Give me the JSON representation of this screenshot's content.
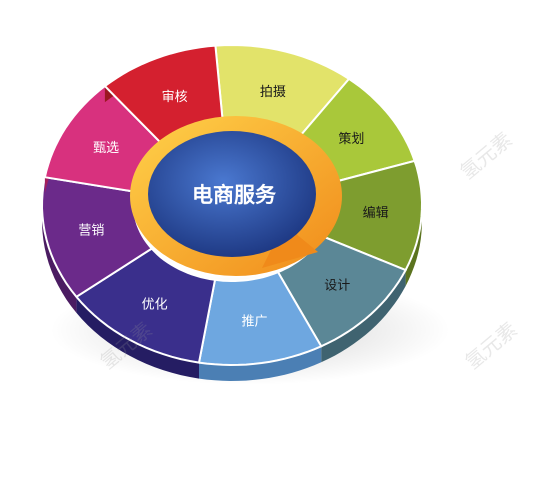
{
  "diagram": {
    "center_title": "电商服务",
    "segments": [
      {
        "label": "拍摄",
        "color": "#e2e36a",
        "shade": "#b8b944"
      },
      {
        "label": "策划",
        "color": "#a9c83a",
        "shade": "#7f9c24"
      },
      {
        "label": "编辑",
        "color": "#7e9d2f",
        "shade": "#5b731f"
      },
      {
        "label": "设计",
        "color": "#5b8796",
        "shade": "#3f6370"
      },
      {
        "label": "推广",
        "color": "#6ea7e0",
        "shade": "#4b7fb4"
      },
      {
        "label": "优化",
        "color": "#3a2f8c",
        "shade": "#251d63"
      },
      {
        "label": "营销",
        "color": "#6b2a8a",
        "shade": "#4b1c62"
      },
      {
        "label": "甄选",
        "color": "#d8317e",
        "shade": "#a41f5d"
      },
      {
        "label": "审核",
        "color": "#d4202f",
        "shade": "#9c1722"
      }
    ],
    "colors": {
      "arrow": "#f5a623",
      "center_fill": "#2a4a9a"
    }
  },
  "watermark": {
    "text": "氢元素"
  }
}
